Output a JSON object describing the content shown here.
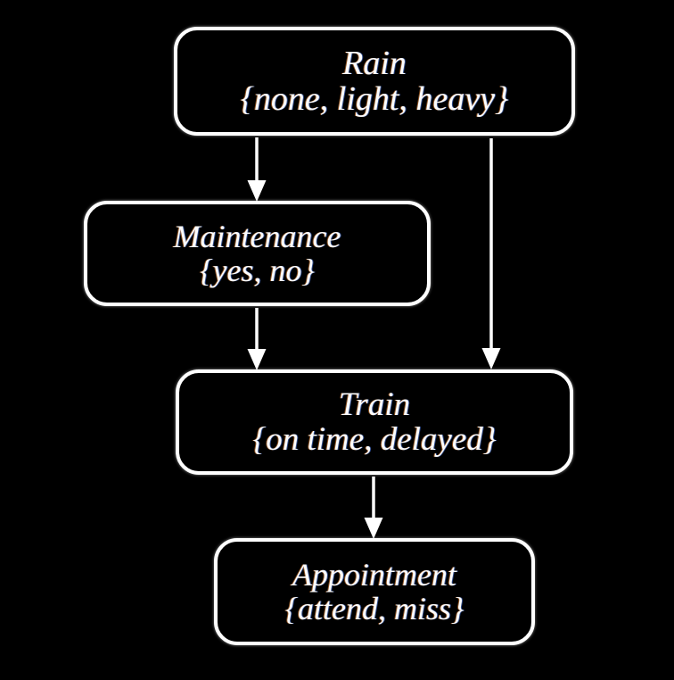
{
  "diagram": {
    "type": "bayesian-network",
    "title": "",
    "background_color": "#000000",
    "node_border_color": "#ffffff",
    "node_fill_color": "#000000",
    "text_color": "#fdfdfd",
    "edge_color": "#ffffff",
    "nodes": [
      {
        "id": "rain",
        "name": "Rain",
        "domain": "{none, light, heavy}",
        "values": [
          "none",
          "light",
          "heavy"
        ]
      },
      {
        "id": "maintenance",
        "name": "Maintenance",
        "domain": "{yes, no}",
        "values": [
          "yes",
          "no"
        ]
      },
      {
        "id": "train",
        "name": "Train",
        "domain": "{on time, delayed}",
        "values": [
          "on time",
          "delayed"
        ]
      },
      {
        "id": "appointment",
        "name": "Appointment",
        "domain": "{attend, miss}",
        "values": [
          "attend",
          "miss"
        ]
      }
    ],
    "edges": [
      {
        "id": "rain-to-maintenance",
        "from": "rain",
        "to": "maintenance"
      },
      {
        "id": "rain-to-train",
        "from": "rain",
        "to": "train"
      },
      {
        "id": "maintenance-to-train",
        "from": "maintenance",
        "to": "train"
      },
      {
        "id": "train-to-appointment",
        "from": "train",
        "to": "appointment"
      }
    ]
  }
}
